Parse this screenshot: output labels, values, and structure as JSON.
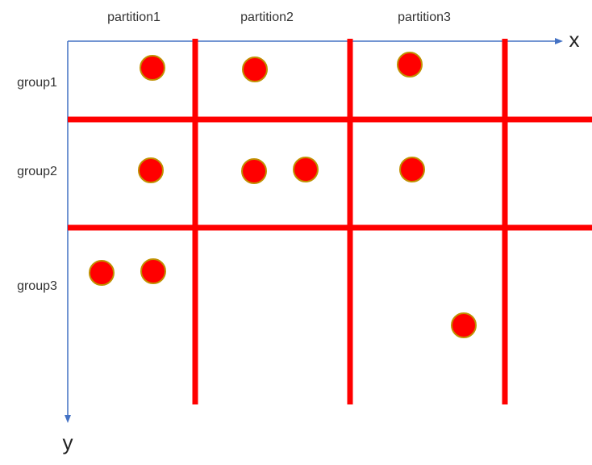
{
  "diagram": {
    "axes": {
      "x_label": "x",
      "y_label": "y",
      "color": "#4472C4"
    },
    "partitions": [
      "partition1",
      "partition2",
      "partition3"
    ],
    "groups": [
      "group1",
      "group2",
      "group3"
    ],
    "grid_color": "#FF0000",
    "point_fill": "#FF0000",
    "point_stroke": "#C09000",
    "points": [
      {
        "partition": "partition1",
        "group": "group1"
      },
      {
        "partition": "partition2",
        "group": "group1"
      },
      {
        "partition": "partition3",
        "group": "group1"
      },
      {
        "partition": "partition1",
        "group": "group2"
      },
      {
        "partition": "partition2",
        "group": "group2"
      },
      {
        "partition": "partition2",
        "group": "group2"
      },
      {
        "partition": "partition3",
        "group": "group2"
      },
      {
        "partition": "partition1",
        "group": "group3"
      },
      {
        "partition": "partition1",
        "group": "group3"
      },
      {
        "partition": "partition3",
        "group": "group3"
      }
    ]
  }
}
